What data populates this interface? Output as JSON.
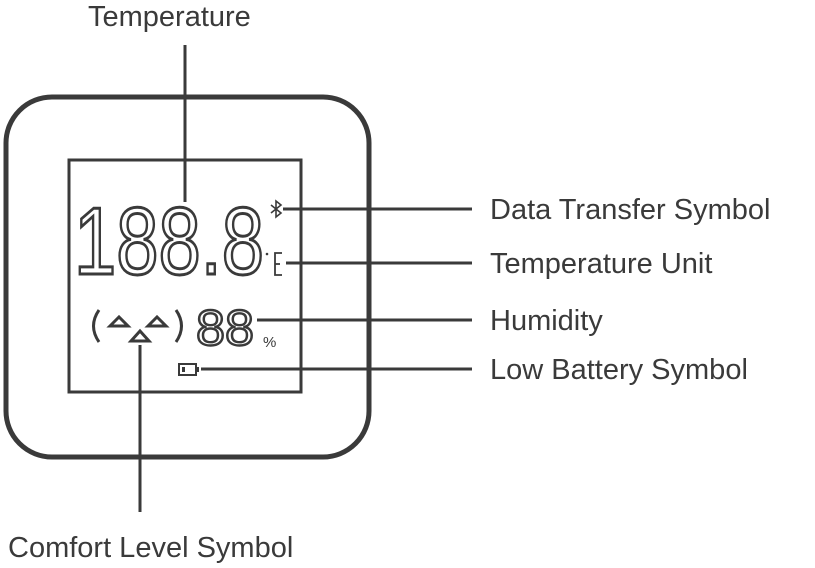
{
  "labels": {
    "temperature": "Temperature",
    "data_transfer": "Data Transfer Symbol",
    "temperature_unit": "Temperature Unit",
    "humidity": "Humidity",
    "low_battery": "Low Battery Symbol",
    "comfort_level": "Comfort Level Symbol"
  },
  "display": {
    "temperature_digits": "188.8",
    "humidity_digits": "88",
    "percent_sign": "%"
  },
  "icons": [
    "bluetooth-icon",
    "temperature-unit-icon",
    "comfort-face-icon",
    "battery-icon"
  ],
  "colors": {
    "ink": "#3a3a3a"
  }
}
